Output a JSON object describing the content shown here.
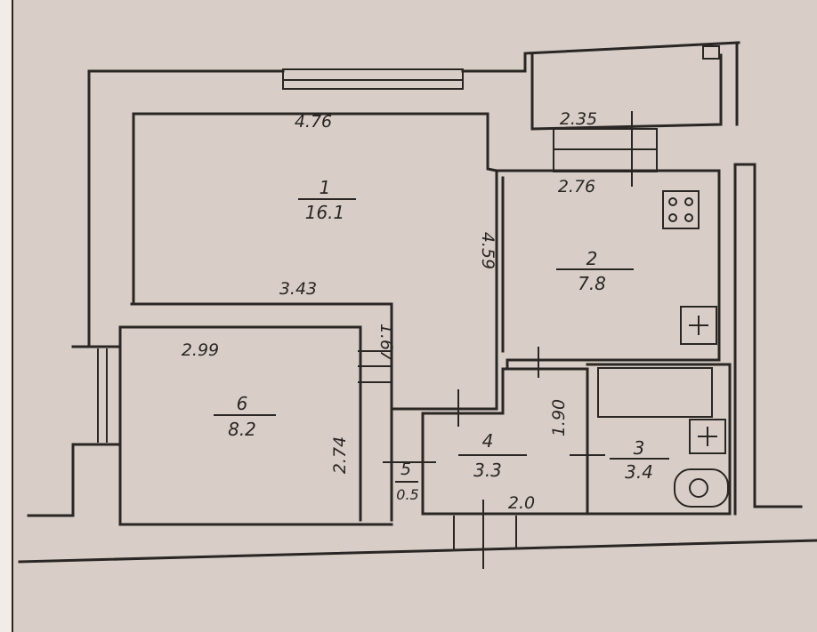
{
  "plan": {
    "rooms": [
      {
        "number": "1",
        "area": "16.1"
      },
      {
        "number": "2",
        "area": "7.8"
      },
      {
        "number": "3",
        "area": "3.4"
      },
      {
        "number": "4",
        "area": "3.3"
      },
      {
        "number": "5",
        "area": "0.5"
      },
      {
        "number": "6",
        "area": "8.2"
      }
    ],
    "dimensions": {
      "room1_width": "4.76",
      "room1_depth": "4.59",
      "room1_lower_width": "3.43",
      "balcony_width": "2.35",
      "kitchen_width": "2.76",
      "closet_depth": "1.67",
      "room6_width": "2.99",
      "room6_depth": "2.74",
      "hall_depth": "1.90",
      "hall_width": "2.0"
    },
    "fixtures": [
      "stove-icon",
      "sink-icon",
      "washbasin-icon",
      "toilet-icon"
    ]
  }
}
